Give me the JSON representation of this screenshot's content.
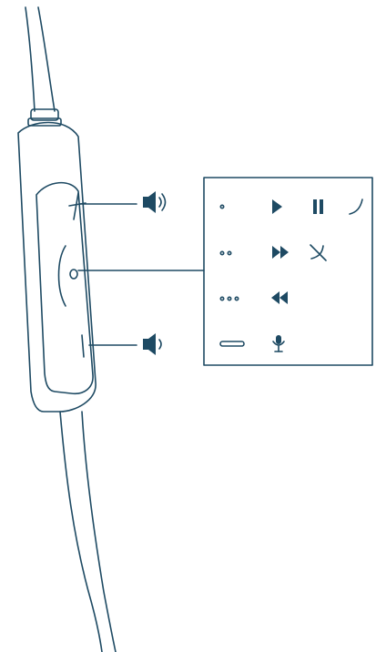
{
  "colors": {
    "ink": "#1e4a63",
    "background": "#ffffff"
  },
  "remote": {
    "volume_up_icon": "speaker-loud-icon",
    "volume_down_icon": "speaker-quiet-icon",
    "center_button_icon": "center-button"
  },
  "legend": {
    "rows": [
      {
        "press": "single-press-dot",
        "actions": [
          "play-icon",
          "pause-icon",
          "answer-call-icon"
        ]
      },
      {
        "press": "double-press-dots",
        "actions": [
          "fast-forward-icon",
          "decline-call-icon"
        ]
      },
      {
        "press": "triple-press-dots",
        "actions": [
          "rewind-icon"
        ]
      },
      {
        "press": "long-press-bar",
        "actions": [
          "microphone-icon"
        ]
      }
    ]
  }
}
